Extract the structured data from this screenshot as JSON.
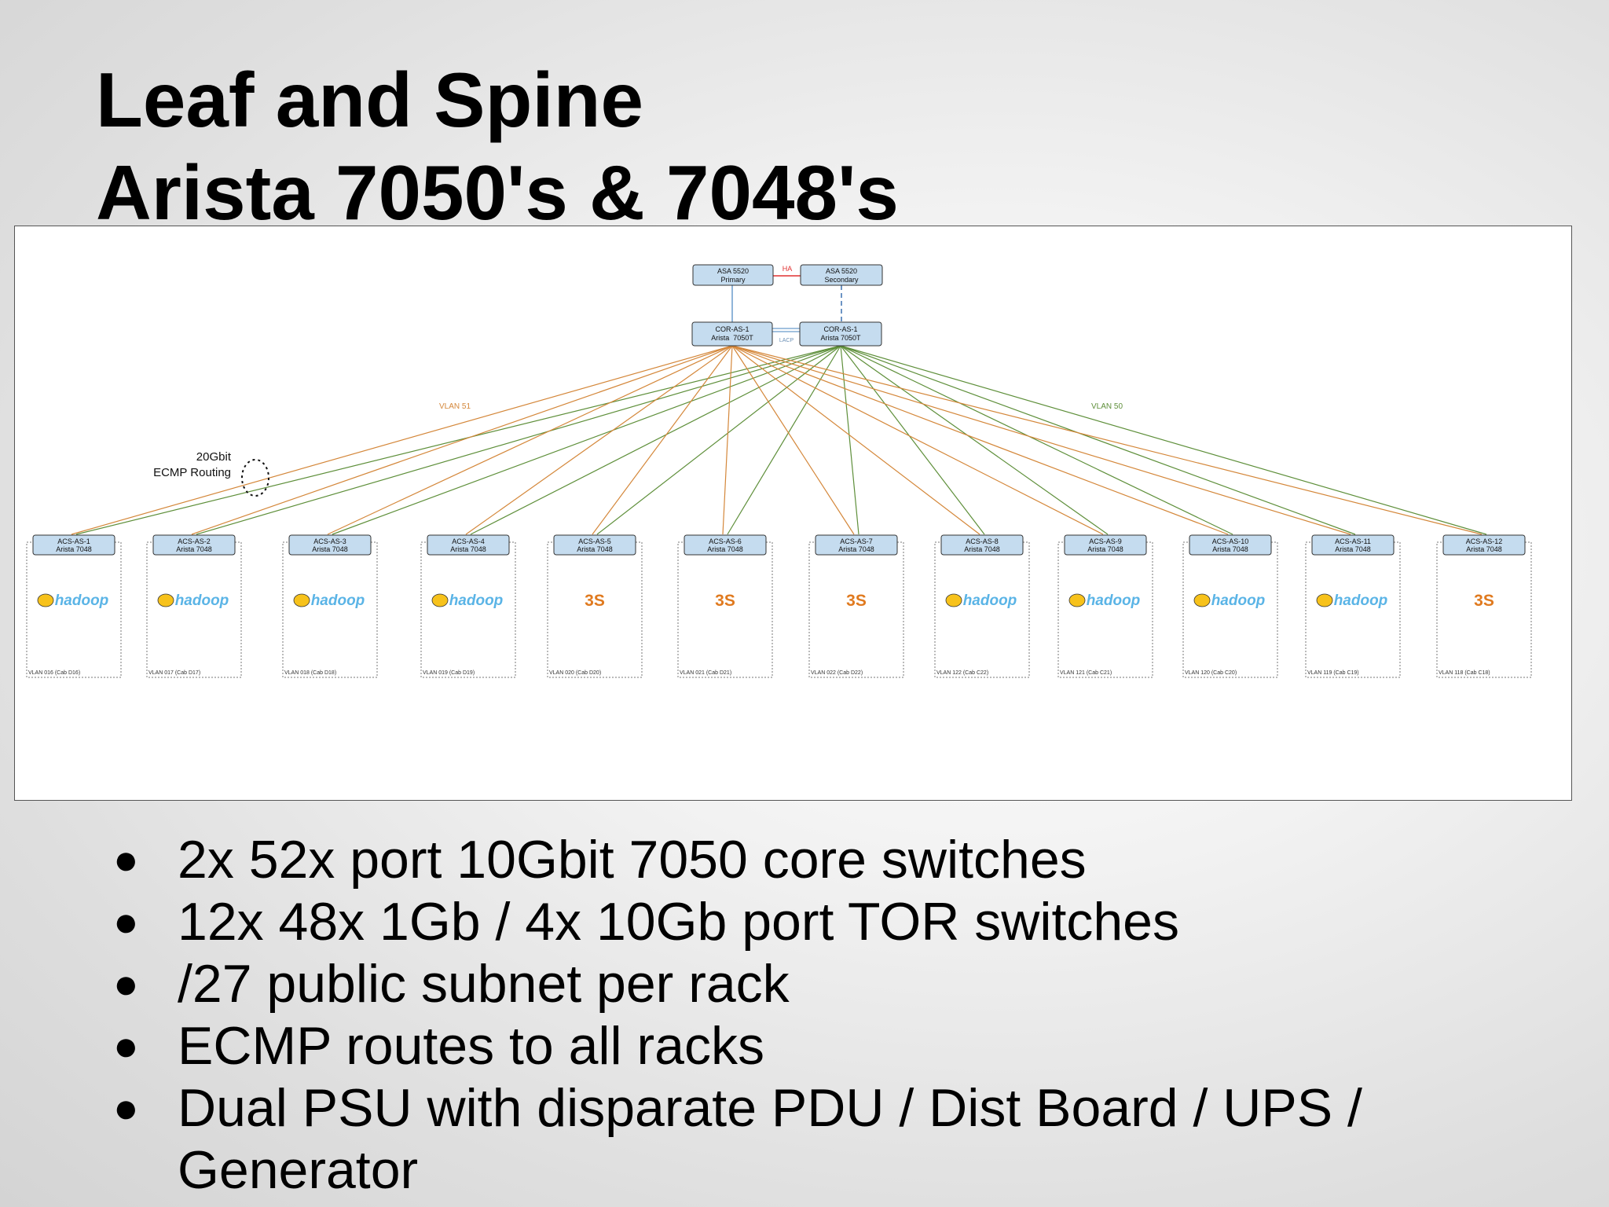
{
  "slide": {
    "title_line1": "Leaf and Spine",
    "title_line2": "Arista 7050's & 7048's"
  },
  "diagram": {
    "firewalls": [
      {
        "name": "ASA 5520",
        "role": "Primary"
      },
      {
        "name": "ASA 5520",
        "role": "Secondary"
      }
    ],
    "ha_label": "HA",
    "cores": [
      {
        "name": "COR-AS-1",
        "model": "Arista  7050T"
      },
      {
        "name": "COR-AS-1",
        "model": "Arista 7050T"
      }
    ],
    "lacp_label": "LACP",
    "vlan_left_label": "VLAN 51",
    "vlan_right_label": "VLAN 50",
    "ecmp_label_line1": "20Gbit",
    "ecmp_label_line2": "ECMP Routing",
    "colors": {
      "orange_link": "#d4873a",
      "green_link": "#5e8f3a",
      "box_fill": "#c5dcef",
      "box_border": "#333333",
      "ha_link": "#e03030",
      "fw_link": "#6a9ccc"
    },
    "racks": [
      {
        "switch": "ACS-AS-1",
        "model": "Arista 7048",
        "app": "hadoop",
        "vlan": "VLAN 016 (Cab D16)"
      },
      {
        "switch": "ACS-AS-2",
        "model": "Arista 7048",
        "app": "hadoop",
        "vlan": "VLAN 017 (Cab D17)"
      },
      {
        "switch": "ACS-AS-3",
        "model": "Arista 7048",
        "app": "hadoop",
        "vlan": "VLAN 018 (Cab D18)"
      },
      {
        "switch": "ACS-AS-4",
        "model": "Arista 7048",
        "app": "hadoop",
        "vlan": "VLAN 019 (Cab D19)"
      },
      {
        "switch": "ACS-AS-5",
        "model": "Arista 7048",
        "app": "3S",
        "vlan": "VLAN 020 (Cab D20)"
      },
      {
        "switch": "ACS-AS-6",
        "model": "Arista 7048",
        "app": "3S",
        "vlan": "VLAN 021 (Cab D21)"
      },
      {
        "switch": "ACS-AS-7",
        "model": "Arista 7048",
        "app": "3S",
        "vlan": "VLAN 022 (Cab D22)"
      },
      {
        "switch": "ACS-AS-8",
        "model": "Arista 7048",
        "app": "hadoop",
        "vlan": "VLAN 122 (Cab C22)"
      },
      {
        "switch": "ACS-AS-9",
        "model": "Arista 7048",
        "app": "hadoop",
        "vlan": "VLAN 121 (Cab C21)"
      },
      {
        "switch": "ACS-AS-10",
        "model": "Arista 7048",
        "app": "hadoop",
        "vlan": "VLAN 120 (Cab C20)"
      },
      {
        "switch": "ACS-AS-11",
        "model": "Arista 7048",
        "app": "hadoop",
        "vlan": "VLAN 119 (Cab C19)"
      },
      {
        "switch": "ACS-AS-12",
        "model": "Arista 7048",
        "app": "3S",
        "vlan": "VLAN 118 (Cab C18)"
      }
    ]
  },
  "bullets": [
    "2x 52x port 10Gbit 7050 core switches",
    "12x 48x 1Gb / 4x 10Gb port TOR switches",
    "/27 public subnet per rack",
    "ECMP routes to all racks",
    "Dual PSU with disparate PDU / Dist Board / UPS / Generator"
  ],
  "bullet_glyph": "●"
}
